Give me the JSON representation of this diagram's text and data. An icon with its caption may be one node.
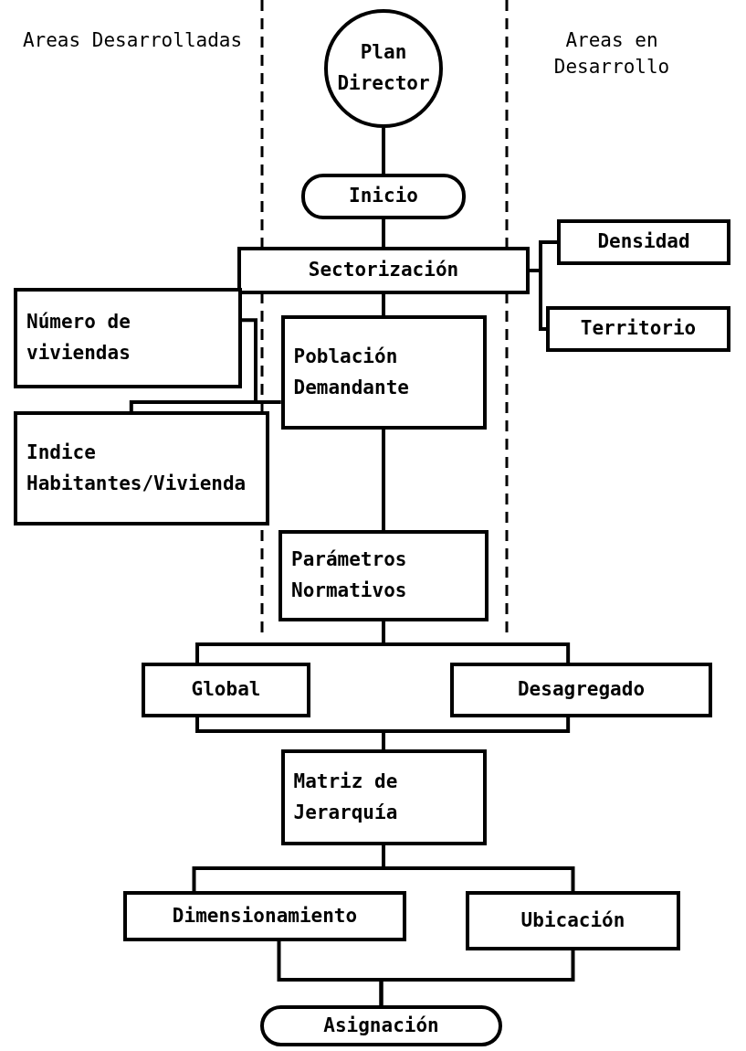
{
  "diagram": {
    "nodes": [
      {
        "text": [
          "Plan Director"
        ]
      },
      {
        "text": [
          "Inicio"
        ]
      },
      {
        "text": [
          "Sectorización"
        ]
      },
      {
        "text": [
          "Densidad"
        ]
      },
      {
        "text": [
          "Territorio"
        ]
      },
      {
        "text": [
          "Número de viviendas"
        ]
      },
      {
        "text": [
          "Población Demandante"
        ]
      },
      {
        "text": [
          "Indice Habitantes/Vivienda"
        ]
      },
      {
        "text": [
          "Parámetros Normativos"
        ]
      },
      {
        "text": [
          "Global"
        ]
      },
      {
        "text": [
          "Desagregado"
        ]
      },
      {
        "text": [
          "Matriz de Jerarquía"
        ]
      },
      {
        "text": [
          "Dimensionamiento"
        ]
      },
      {
        "text": [
          "Ubicación"
        ]
      },
      {
        "text": [
          "Asignación"
        ]
      }
    ],
    "edges": [
      {
        "from": 0,
        "to": 1,
        "arrow": "none"
      },
      {
        "from": 1,
        "to": 2,
        "arrow": "none"
      },
      {
        "from": 2,
        "to": 3,
        "arrow": "none"
      },
      {
        "from": 2,
        "to": 4,
        "arrow": "none"
      },
      {
        "from": 2,
        "to": 6,
        "arrow": "none"
      },
      {
        "from": 6,
        "to": 5,
        "arrow": "none"
      },
      {
        "from": 6,
        "to": 7,
        "arrow": "none"
      },
      {
        "from": 6,
        "to": 8,
        "arrow": "none"
      },
      {
        "from": 8,
        "to": 9,
        "arrow": "none"
      },
      {
        "from": 8,
        "to": 10,
        "arrow": "none"
      },
      {
        "from": 9,
        "to": 11,
        "arrow": "none"
      },
      {
        "from": 10,
        "to": 11,
        "arrow": "none"
      },
      {
        "from": 11,
        "to": 12,
        "arrow": "none"
      },
      {
        "from": 11,
        "to": 13,
        "arrow": "none"
      },
      {
        "from": 12,
        "to": 14,
        "arrow": "none"
      },
      {
        "from": 13,
        "to": 14,
        "arrow": "none"
      }
    ],
    "labels": [
      "Areas Desarrolladas",
      "Areas en Desarrollo"
    ]
  }
}
